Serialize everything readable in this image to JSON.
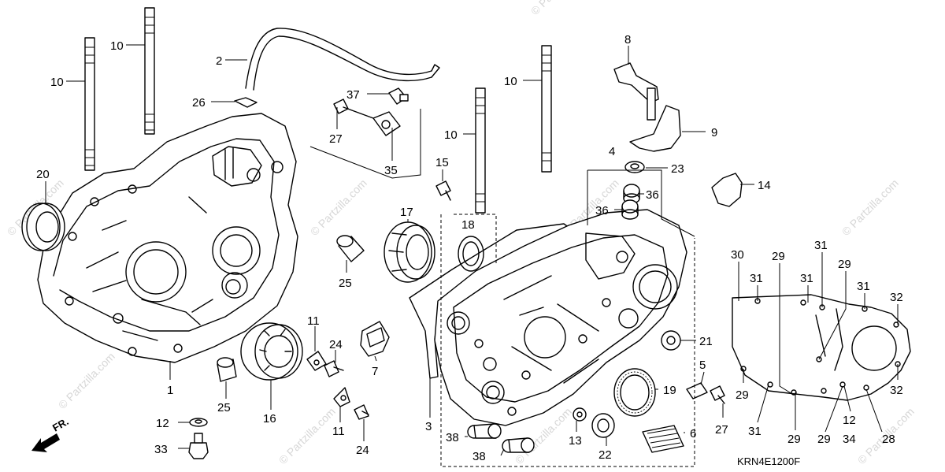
{
  "diagram": {
    "code": "KRN4E1200F",
    "direction_label": "FR.",
    "watermark_text": "© Partzilla.com",
    "callouts": [
      {
        "id": "c-10a",
        "text": "10"
      },
      {
        "id": "c-10b",
        "text": "10"
      },
      {
        "id": "c-2",
        "text": "2"
      },
      {
        "id": "c-26",
        "text": "26"
      },
      {
        "id": "c-37",
        "text": "37"
      },
      {
        "id": "c-27a",
        "text": "27"
      },
      {
        "id": "c-35",
        "text": "35"
      },
      {
        "id": "c-20",
        "text": "20"
      },
      {
        "id": "c-25a",
        "text": "25"
      },
      {
        "id": "c-1",
        "text": "1"
      },
      {
        "id": "c-25b",
        "text": "25"
      },
      {
        "id": "c-16",
        "text": "16"
      },
      {
        "id": "c-11a",
        "text": "11"
      },
      {
        "id": "c-24a",
        "text": "24"
      },
      {
        "id": "c-11b",
        "text": "11"
      },
      {
        "id": "c-24b",
        "text": "24"
      },
      {
        "id": "c-12a",
        "text": "12"
      },
      {
        "id": "c-33",
        "text": "33"
      },
      {
        "id": "c-15",
        "text": "15"
      },
      {
        "id": "c-17",
        "text": "17"
      },
      {
        "id": "c-18",
        "text": "18"
      },
      {
        "id": "c-7",
        "text": "7"
      },
      {
        "id": "c-3",
        "text": "3"
      },
      {
        "id": "c-10c",
        "text": "10"
      },
      {
        "id": "c-10d",
        "text": "10"
      },
      {
        "id": "c-8",
        "text": "8"
      },
      {
        "id": "c-9",
        "text": "9"
      },
      {
        "id": "c-4",
        "text": "4"
      },
      {
        "id": "c-23",
        "text": "23"
      },
      {
        "id": "c-36a",
        "text": "36"
      },
      {
        "id": "c-36b",
        "text": "36"
      },
      {
        "id": "c-14",
        "text": "14"
      },
      {
        "id": "c-21",
        "text": "21"
      },
      {
        "id": "c-5",
        "text": "5"
      },
      {
        "id": "c-19",
        "text": "19"
      },
      {
        "id": "c-27b",
        "text": "27"
      },
      {
        "id": "c-6",
        "text": "6"
      },
      {
        "id": "c-13",
        "text": "13"
      },
      {
        "id": "c-22",
        "text": "22"
      },
      {
        "id": "c-38a",
        "text": "38"
      },
      {
        "id": "c-38b",
        "text": "38"
      },
      {
        "id": "c-30",
        "text": "30"
      },
      {
        "id": "c-29a",
        "text": "29"
      },
      {
        "id": "c-31a",
        "text": "31"
      },
      {
        "id": "c-31b",
        "text": "31"
      },
      {
        "id": "c-31c",
        "text": "31"
      },
      {
        "id": "c-29b",
        "text": "29"
      },
      {
        "id": "c-31d",
        "text": "31"
      },
      {
        "id": "c-32a",
        "text": "32"
      },
      {
        "id": "c-29c",
        "text": "29"
      },
      {
        "id": "c-31e",
        "text": "31"
      },
      {
        "id": "c-29d",
        "text": "29"
      },
      {
        "id": "c-29e",
        "text": "29"
      },
      {
        "id": "c-12b",
        "text": "12"
      },
      {
        "id": "c-34",
        "text": "34"
      },
      {
        "id": "c-28",
        "text": "28"
      },
      {
        "id": "c-32b",
        "text": "32"
      }
    ]
  }
}
